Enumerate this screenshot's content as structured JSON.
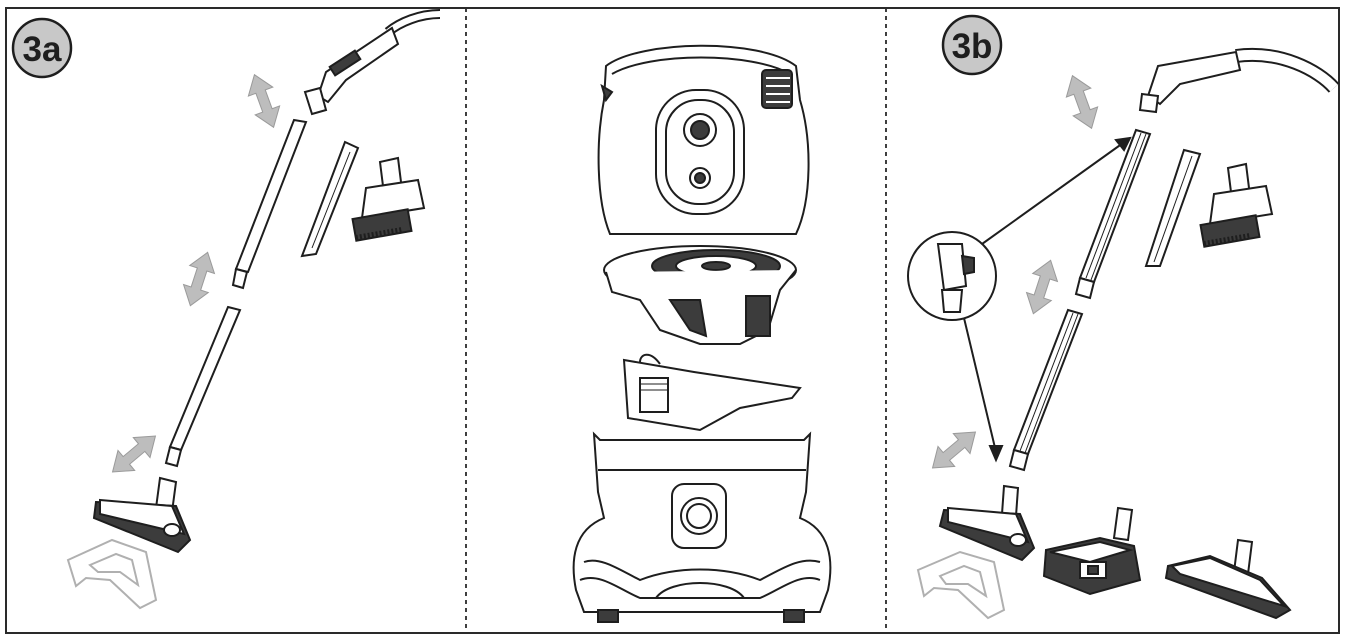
{
  "panels": [
    {
      "id": "left",
      "badge": "3a"
    },
    {
      "id": "middle",
      "badge": ""
    },
    {
      "id": "right",
      "badge": "3b"
    }
  ],
  "colors": {
    "frame": "#2a2a2a",
    "badge_fill": "#c8c8c8",
    "arrow_fill": "#bdbdbd",
    "line": "#1e1e1e",
    "light_line": "#b0b0b0",
    "dark_fill": "#3c3c3c"
  },
  "icons": {
    "hose": "vacuum-hose-handle-icon",
    "tube": "telescopic-tube-icon",
    "crevice": "crevice-nozzle-icon",
    "brush": "upholstery-brush-icon",
    "floor": "floor-nozzle-icon",
    "turbo": "turbo-brush-icon",
    "parquet": "parquet-nozzle-icon",
    "bag": "dust-bag-icon"
  }
}
